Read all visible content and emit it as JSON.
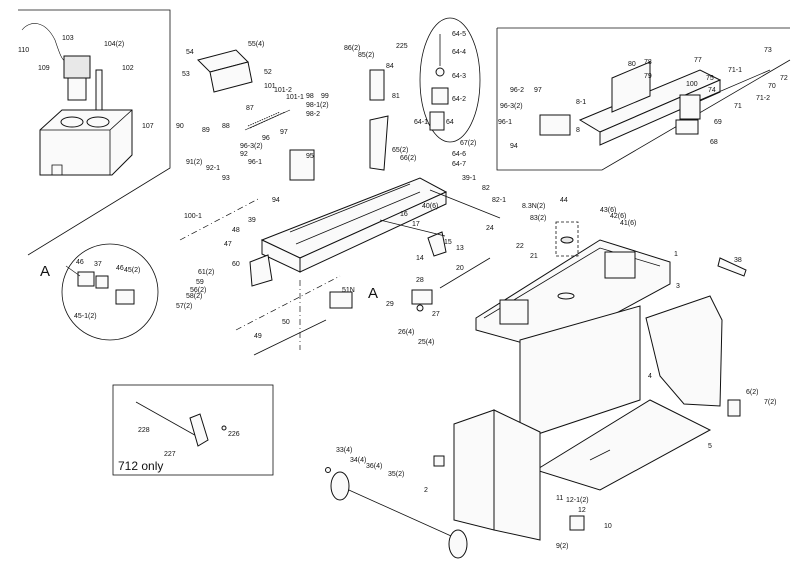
{
  "inset_labels": {
    "section_a_top": "A",
    "section_a_bottom": "A",
    "variant_note": "712 only"
  },
  "callouts": [
    {
      "id": "c110",
      "text": "110"
    },
    {
      "id": "c103",
      "text": "103"
    },
    {
      "id": "c104",
      "text": "104(2)"
    },
    {
      "id": "c109",
      "text": "109"
    },
    {
      "id": "c102",
      "text": "102"
    },
    {
      "id": "c107",
      "text": "107"
    },
    {
      "id": "c54",
      "text": "54"
    },
    {
      "id": "c55",
      "text": "55(4)"
    },
    {
      "id": "c53",
      "text": "53"
    },
    {
      "id": "c52",
      "text": "52"
    },
    {
      "id": "c101",
      "text": "101"
    },
    {
      "id": "c1012",
      "text": "101-2"
    },
    {
      "id": "c1011",
      "text": "101-1"
    },
    {
      "id": "c87",
      "text": "87"
    },
    {
      "id": "c98",
      "text": "98"
    },
    {
      "id": "c99",
      "text": "99"
    },
    {
      "id": "c9812",
      "text": "98-1(2)"
    },
    {
      "id": "c982",
      "text": "98-2"
    },
    {
      "id": "c86",
      "text": "86(2)"
    },
    {
      "id": "c85",
      "text": "85(2)"
    },
    {
      "id": "c84",
      "text": "84"
    },
    {
      "id": "c81",
      "text": "81"
    },
    {
      "id": "c225",
      "text": "225"
    },
    {
      "id": "c645",
      "text": "64-5"
    },
    {
      "id": "c644",
      "text": "64-4"
    },
    {
      "id": "c643",
      "text": "64-3"
    },
    {
      "id": "c642",
      "text": "64-2"
    },
    {
      "id": "c641",
      "text": "64-1"
    },
    {
      "id": "c64",
      "text": "64"
    },
    {
      "id": "c646",
      "text": "64-6"
    },
    {
      "id": "c647",
      "text": "64-7"
    },
    {
      "id": "c67",
      "text": "67(2)"
    },
    {
      "id": "c90",
      "text": "90"
    },
    {
      "id": "c89",
      "text": "89"
    },
    {
      "id": "c88",
      "text": "88"
    },
    {
      "id": "c96",
      "text": "96"
    },
    {
      "id": "c97",
      "text": "97"
    },
    {
      "id": "c9632",
      "text": "96-3(2)"
    },
    {
      "id": "c92",
      "text": "92"
    },
    {
      "id": "c961",
      "text": "96-1"
    },
    {
      "id": "c9122",
      "text": "91(2)"
    },
    {
      "id": "c921",
      "text": "92-1"
    },
    {
      "id": "c93",
      "text": "93"
    },
    {
      "id": "c95",
      "text": "95"
    },
    {
      "id": "c94",
      "text": "94"
    },
    {
      "id": "c65",
      "text": "65(2)"
    },
    {
      "id": "c66",
      "text": "66(2)"
    },
    {
      "id": "c391",
      "text": "39-1"
    },
    {
      "id": "c82",
      "text": "82"
    },
    {
      "id": "c17",
      "text": "17"
    },
    {
      "id": "c16",
      "text": "16"
    },
    {
      "id": "c40",
      "text": "40(6)"
    },
    {
      "id": "c1001",
      "text": "100-1"
    },
    {
      "id": "c39",
      "text": "39"
    },
    {
      "id": "c48",
      "text": "48"
    },
    {
      "id": "c47",
      "text": "47"
    },
    {
      "id": "c60",
      "text": "60"
    },
    {
      "id": "c612",
      "text": "61(2)"
    },
    {
      "id": "c59",
      "text": "59"
    },
    {
      "id": "c562",
      "text": "56(2)"
    },
    {
      "id": "c582",
      "text": "58(2)"
    },
    {
      "id": "c572",
      "text": "57(2)"
    },
    {
      "id": "c51n",
      "text": "51N"
    },
    {
      "id": "c50",
      "text": "50"
    },
    {
      "id": "c49",
      "text": "49"
    },
    {
      "id": "c28",
      "text": "28"
    },
    {
      "id": "c29",
      "text": "29"
    },
    {
      "id": "c27",
      "text": "27"
    },
    {
      "id": "c264",
      "text": "26(4)"
    },
    {
      "id": "c254",
      "text": "25(4)"
    },
    {
      "id": "c24",
      "text": "24"
    },
    {
      "id": "c15",
      "text": "15"
    },
    {
      "id": "c14",
      "text": "14"
    },
    {
      "id": "c13",
      "text": "13"
    },
    {
      "id": "c20",
      "text": "20"
    },
    {
      "id": "c821",
      "text": "82-1"
    },
    {
      "id": "c832",
      "text": "83(2)"
    },
    {
      "id": "c83n",
      "text": "8.3N(2)"
    },
    {
      "id": "c22",
      "text": "22"
    },
    {
      "id": "c21",
      "text": "21"
    },
    {
      "id": "c44",
      "text": "44"
    },
    {
      "id": "c436",
      "text": "43(6)"
    },
    {
      "id": "c426",
      "text": "42(6)"
    },
    {
      "id": "c416",
      "text": "41(6)"
    },
    {
      "id": "c1",
      "text": "1"
    },
    {
      "id": "c38",
      "text": "38"
    },
    {
      "id": "c3",
      "text": "3"
    },
    {
      "id": "c4",
      "text": "4"
    },
    {
      "id": "c5",
      "text": "5"
    },
    {
      "id": "c62",
      "text": "6(2)"
    },
    {
      "id": "c72",
      "text": "7(2)"
    },
    {
      "id": "c2",
      "text": "2"
    },
    {
      "id": "c11",
      "text": "11"
    },
    {
      "id": "c1212",
      "text": "12-1(2)"
    },
    {
      "id": "c12",
      "text": "12"
    },
    {
      "id": "c10",
      "text": "10"
    },
    {
      "id": "c92b",
      "text": "9(2)"
    },
    {
      "id": "c334",
      "text": "33(4)"
    },
    {
      "id": "c344",
      "text": "34(4)"
    },
    {
      "id": "c364",
      "text": "36(4)"
    },
    {
      "id": "c352",
      "text": "35(2)"
    },
    {
      "id": "ca46",
      "text": "46"
    },
    {
      "id": "ca37",
      "text": "37"
    },
    {
      "id": "ca46b",
      "text": "46"
    },
    {
      "id": "ca452",
      "text": "45(2)"
    },
    {
      "id": "ca4512",
      "text": "45-1(2)"
    },
    {
      "id": "cb228",
      "text": "228"
    },
    {
      "id": "cb227",
      "text": "227"
    },
    {
      "id": "cb226",
      "text": "226"
    },
    {
      "id": "cr962",
      "text": "96-2"
    },
    {
      "id": "cr97",
      "text": "97"
    },
    {
      "id": "cr9632",
      "text": "96-3(2)"
    },
    {
      "id": "cr961",
      "text": "96-1"
    },
    {
      "id": "cr94",
      "text": "94"
    },
    {
      "id": "cr81",
      "text": "8-1"
    },
    {
      "id": "cr8",
      "text": "8"
    },
    {
      "id": "cr80",
      "text": "80"
    },
    {
      "id": "cr78",
      "text": "78"
    },
    {
      "id": "cr79",
      "text": "79"
    },
    {
      "id": "cr77",
      "text": "77"
    },
    {
      "id": "cr100",
      "text": "100"
    },
    {
      "id": "cr75",
      "text": "75"
    },
    {
      "id": "cr74",
      "text": "74"
    },
    {
      "id": "cr69",
      "text": "69"
    },
    {
      "id": "cr68",
      "text": "68"
    },
    {
      "id": "cr711",
      "text": "71-1"
    },
    {
      "id": "cr73",
      "text": "73"
    },
    {
      "id": "cr72",
      "text": "72"
    },
    {
      "id": "cr70",
      "text": "70"
    },
    {
      "id": "cr712",
      "text": "71-2"
    },
    {
      "id": "cr71",
      "text": "71"
    }
  ]
}
